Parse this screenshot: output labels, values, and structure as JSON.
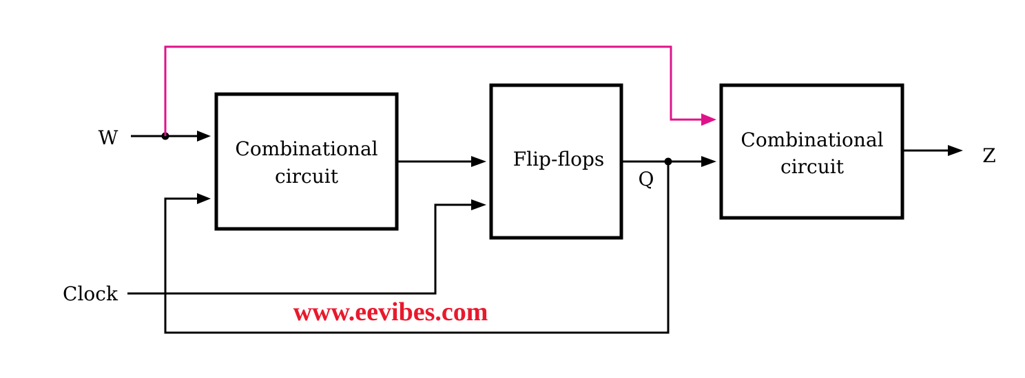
{
  "blocks": {
    "comb_in": {
      "line1": "Combinational",
      "line2": "circuit"
    },
    "flipflops": {
      "label": "Flip-flops"
    },
    "comb_out": {
      "line1": "Combinational",
      "line2": "circuit"
    }
  },
  "signals": {
    "input": "W",
    "clock": "Clock",
    "state": "Q",
    "output": "Z"
  },
  "watermark": "www.eevibes.com",
  "colors": {
    "line": "#000000",
    "highlight": "#e0128a",
    "watermark": "#e8192c"
  }
}
